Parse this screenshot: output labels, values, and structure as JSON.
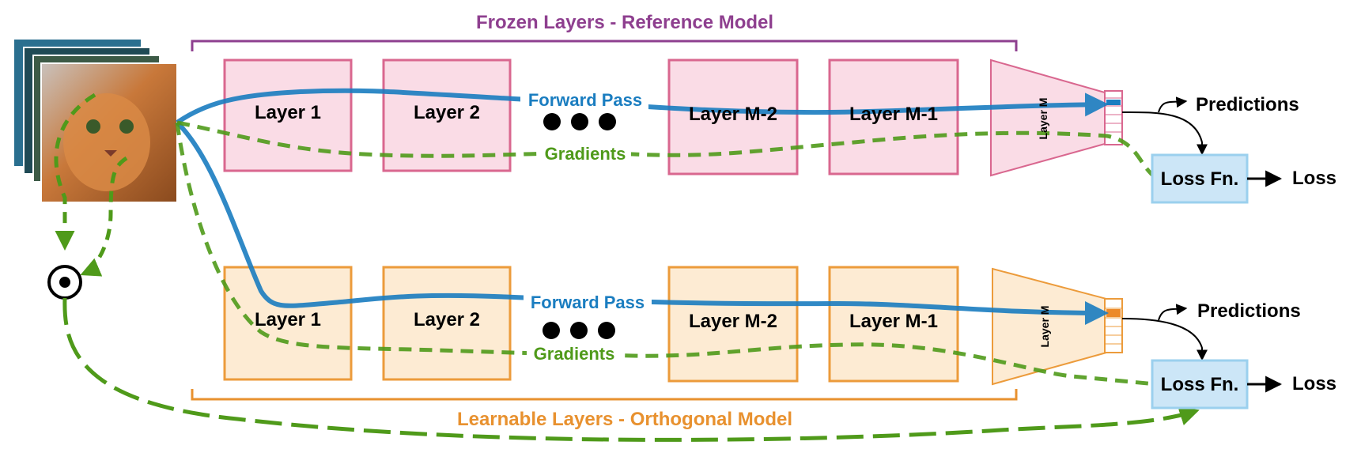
{
  "top_bracket_title": "Frozen Layers - Reference Model",
  "bottom_bracket_title": "Learnable Layers - Orthogonal Model",
  "reference_model": {
    "layers": [
      "Layer 1",
      "Layer 2",
      "Layer M-2",
      "Layer M-1"
    ],
    "head_label": "Layer M",
    "forward_label": "Forward Pass",
    "gradient_label": "Gradients",
    "predictions_label": "Predictions",
    "loss_fn_label": "Loss Fn.",
    "loss_label": "Loss"
  },
  "orthogonal_model": {
    "layers": [
      "Layer 1",
      "Layer 2",
      "Layer M-2",
      "Layer M-1"
    ],
    "head_label": "Layer M",
    "forward_label": "Forward Pass",
    "gradient_label": "Gradients",
    "predictions_label": "Predictions",
    "loss_fn_label": "Loss Fn.",
    "loss_label": "Loss"
  },
  "colors": {
    "frozen": "#8e3f8f",
    "frozen_fill": "#fadce6",
    "frozen_stroke": "#d9678f",
    "learnable": "#e8912f",
    "learnable_fill": "#fdebd3",
    "learnable_stroke": "#ec9b3b",
    "forward": "#1a7dc0",
    "gradient": "#4f9a1a",
    "loss_fill": "#cce6f7",
    "loss_stroke": "#9bd0ee"
  }
}
